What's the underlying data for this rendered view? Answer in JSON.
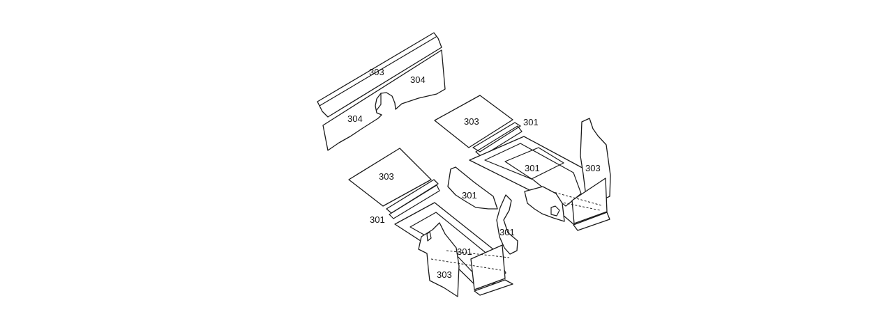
{
  "labels": {
    "top_panel_upper": "303",
    "top_panel_right": "304",
    "top_panel_left": "304",
    "right_plate": "303",
    "right_rail": "301",
    "right_floor": "301",
    "right_side_panel": "303",
    "left_plate": "303",
    "left_rail_panel": "301",
    "left_rail": "301",
    "left_side_panel": "301",
    "left_floor": "301",
    "left_bottom_panel": "303"
  },
  "colors": {
    "line": "#1a1a1a",
    "background": "#ffffff"
  }
}
